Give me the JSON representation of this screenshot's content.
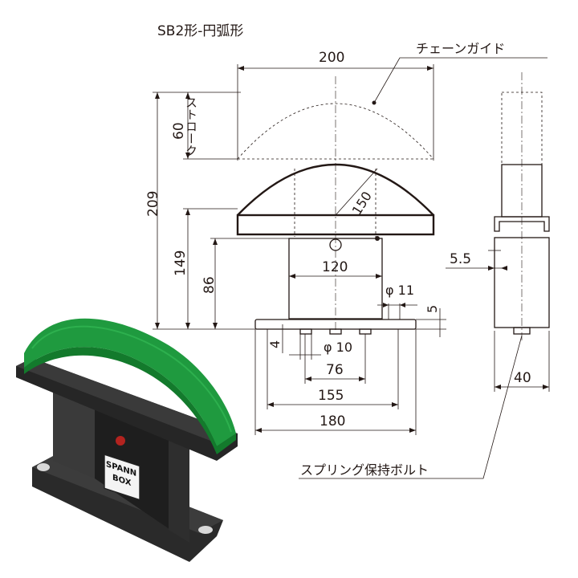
{
  "title": "SB2形-円弧形",
  "labels": {
    "chain_guide": "チェーンガイド",
    "stroke": "ストローク",
    "spring_bolt": "スプリング保持ボルト"
  },
  "dimensions": {
    "width_200": "200",
    "stroke_60": "60",
    "height_209": "209",
    "height_149": "149",
    "height_86": "86",
    "radius_150": "150",
    "body_120": "120",
    "hole_11": "φ 11",
    "thick_5": "5",
    "gap_4": "4",
    "hole_10": "φ 10",
    "pitch_76": "76",
    "pitch_155": "155",
    "base_180": "180",
    "side_55": "5.5",
    "side_40": "40"
  },
  "product_label": {
    "line1": "SPANN",
    "line2": "BOX"
  },
  "colors": {
    "line": "#231815",
    "guide_green": "#1f9a3f",
    "guide_green_dark": "#137a2c",
    "body_black": "#1e1e1e",
    "base_black": "#2a2a2a"
  }
}
